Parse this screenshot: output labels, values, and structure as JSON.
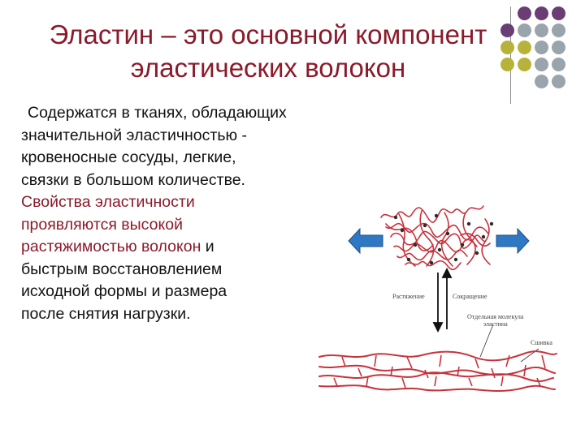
{
  "slide": {
    "title_line1": "Эластин – это основной компонент",
    "title_line2": "эластических волокон",
    "body": {
      "line1": "Содержатся в тканях, обладающих",
      "line2": "значительной эластичностью -",
      "line3": "кровеносные сосуды, легкие,",
      "line4": "связки в большом количестве.",
      "line5": "Свойства эластичности",
      "line6": "проявляются высокой",
      "line7_red": "растяжимостью волокон",
      "line7_black": " и",
      "line8": "быстрым восстановлением",
      "line9": "исходной формы и размера",
      "line10": "после снятия нагрузки."
    },
    "figure": {
      "label_stretch": "Растяжение",
      "label_contract": "Сокращение",
      "label_molecule_line1": "Отдельная молекула",
      "label_molecule_line2": "эластина",
      "label_crosslink": "Сшивка"
    },
    "colors": {
      "title": "#8b1a2a",
      "fiber": "#c8323c",
      "arrow_blue": "#2f78c4",
      "dot_purple": "#6a3d74",
      "dot_gray": "#9aa4ad",
      "dot_olive": "#b7b33a"
    }
  }
}
